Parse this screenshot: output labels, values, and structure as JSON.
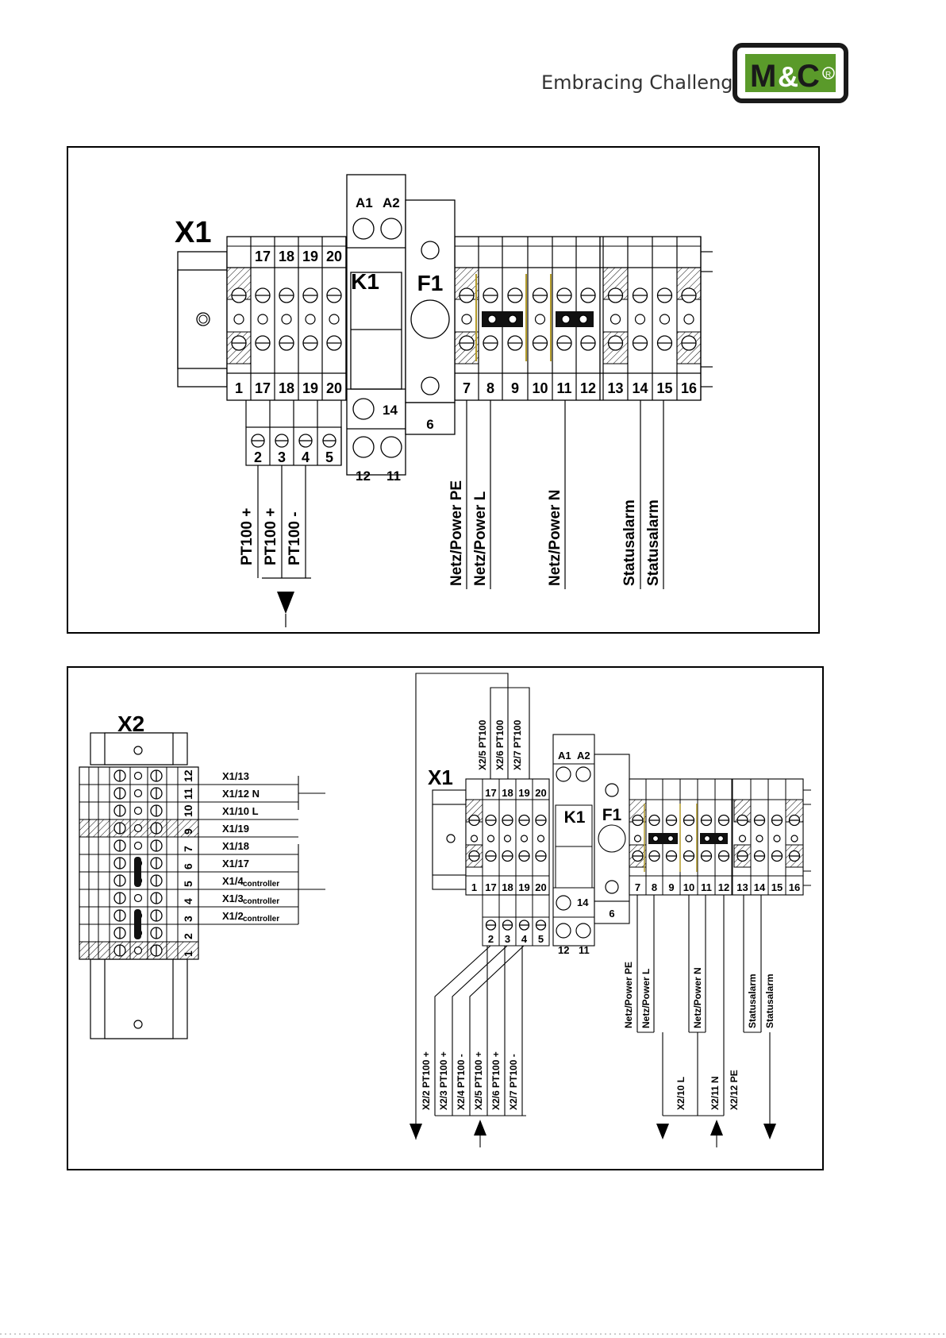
{
  "header": {
    "slogan": "Embracing Challenge",
    "logo_text": "M&C",
    "logo_reg": "®",
    "colors": {
      "logo_green": "#5a9a2a",
      "logo_frame": "#1a1a1a",
      "logo_amp": "#ffffff"
    }
  },
  "top_diagram": {
    "terminal_label": "X1",
    "relay_label": "K1",
    "fuse_label": "F1",
    "relay_top_pins": [
      "A1",
      "A2"
    ],
    "relay_bottom_pins": [
      "12",
      "11"
    ],
    "relay_pin_14": "14",
    "fuse_pin": "6",
    "upper_terminals": [
      "17",
      "18",
      "19",
      "20"
    ],
    "lower_terminals_left": [
      "1",
      "17",
      "18",
      "19",
      "20"
    ],
    "lower_terminals_right": [
      "7",
      "8",
      "9",
      "10",
      "11",
      "12",
      "13",
      "14",
      "15",
      "16"
    ],
    "sub_terminals": [
      "2",
      "3",
      "4",
      "5"
    ],
    "pt100_labels": [
      "PT100 +",
      "PT100 +",
      "PT100 -"
    ],
    "power_labels": [
      "Netz/Power PE",
      "Netz/Power L",
      "Netz/Power N"
    ],
    "status_labels": [
      "Statusalarm",
      "Statusalarm"
    ]
  },
  "bottom_diagram": {
    "x2_label": "X2",
    "x2_numbers": [
      "12",
      "11",
      "10",
      "9",
      "7",
      "6",
      "5",
      "4",
      "3",
      "2",
      "1"
    ],
    "x2_connections": [
      {
        "label": "X1/13",
        "note": ""
      },
      {
        "label": "X1/12 N",
        "note": ""
      },
      {
        "label": "X1/10 L",
        "note": ""
      },
      {
        "label": "X1/19",
        "note": ""
      },
      {
        "label": "X1/18",
        "note": ""
      },
      {
        "label": "X1/17",
        "note": ""
      },
      {
        "label": "X1/4",
        "note": "controller"
      },
      {
        "label": "X1/3",
        "note": "controller"
      },
      {
        "label": "X1/2",
        "note": "controller"
      }
    ],
    "x1_label": "X1",
    "relay_label": "K1",
    "fuse_label": "F1",
    "relay_top_pins": [
      "A1",
      "A2"
    ],
    "relay_bottom_pins": [
      "12",
      "11"
    ],
    "relay_pin_14": "14",
    "fuse_pin": "6",
    "upper_terminals": [
      "17",
      "18",
      "19",
      "20"
    ],
    "lower_terminals_left": [
      "1",
      "17",
      "18",
      "19",
      "20"
    ],
    "lower_terminals_right": [
      "7",
      "8",
      "9",
      "10",
      "11",
      "12",
      "13",
      "14",
      "15",
      "16"
    ],
    "sub_terminals": [
      "2",
      "3",
      "4",
      "5"
    ],
    "top_wire_labels": [
      "X2/5 PT100",
      "X2/6 PT100",
      "X2/7 PT100"
    ],
    "pt100_labels": [
      "X2/2 PT100 +",
      "X2/3 PT100 +",
      "X2/4 PT100 -",
      "X2/5 PT100 +",
      "X2/6 PT100 +",
      "X2/7 PT100 -"
    ],
    "power_labels": [
      "Netz/Power PE",
      "Netz/Power L",
      "Netz/Power N"
    ],
    "status_labels": [
      "Statusalarm",
      "Statusalarm"
    ],
    "x2_wire_labels": [
      "X2/10 L",
      "X2/11 N",
      "X2/12 PE"
    ]
  }
}
